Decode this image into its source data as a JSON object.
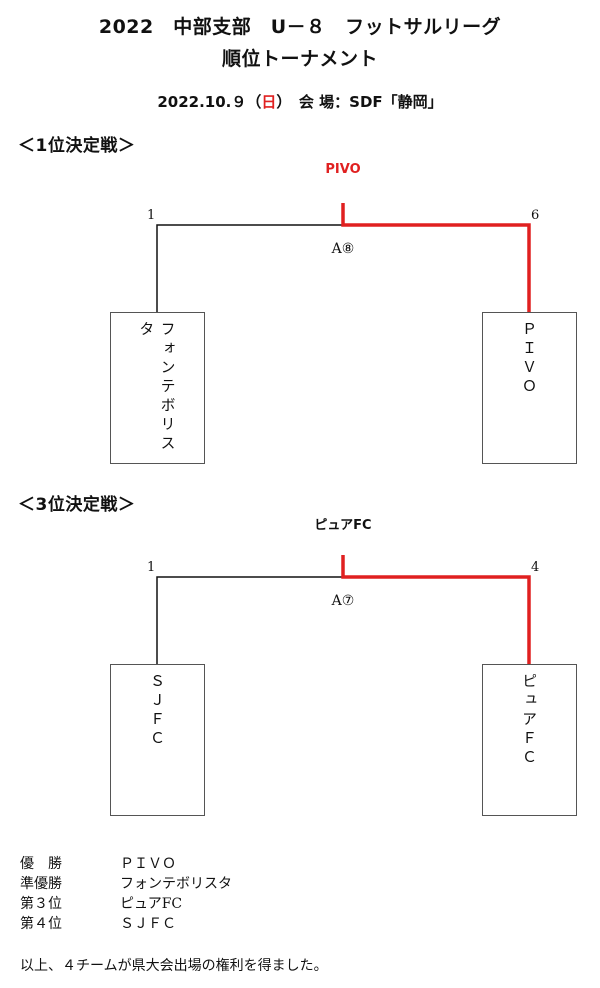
{
  "header": {
    "title_line1": "2022　中部支部　U－８　フットサルリーグ",
    "title_line2": "順位トーナメント",
    "date_main": "2022.10.９",
    "date_day_open": "（",
    "date_day": "日",
    "date_day_close": "）",
    "venue": "　会 場：SDF「静岡」"
  },
  "final": {
    "section_title": "＜1位決定戦＞",
    "winner": "PIVO",
    "match_id": "A⑧",
    "left_seed": "1",
    "right_seed": "6",
    "left_team": "フォンテボリスタ",
    "right_team": "ＰＩＶＯ"
  },
  "third": {
    "section_title": "＜3位決定戦＞",
    "winner": "ピュアFC",
    "match_id": "A⑦",
    "left_seed": "1",
    "right_seed": "4",
    "left_team": "ＳＪＦＣ",
    "right_team": "ピュアＦＣ"
  },
  "results": [
    {
      "label": "優　勝",
      "team": "ＰＩＶＯ"
    },
    {
      "label": "準優勝",
      "team": "フォンテボリスタ"
    },
    {
      "label": "第３位",
      "team": "ピュアFC"
    },
    {
      "label": "第４位",
      "team": "ＳＪＦＣ"
    }
  ],
  "footer_note": "以上、４チームが県大会出場の権利を得ました。",
  "colors": {
    "winner_line": "#e02020",
    "normal_line": "#111111",
    "accent_text": "#e02020"
  }
}
